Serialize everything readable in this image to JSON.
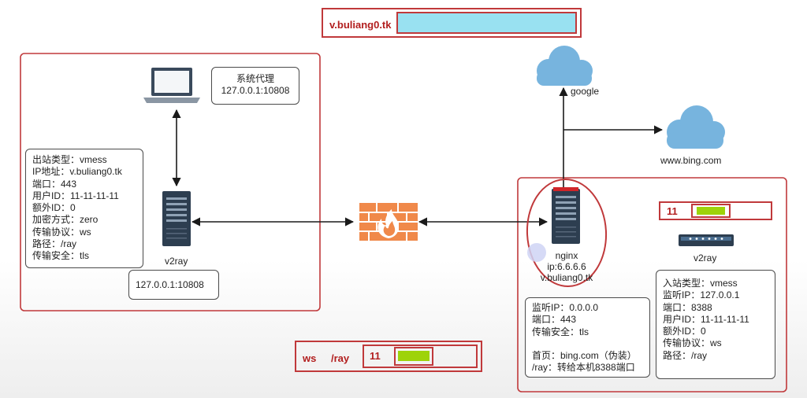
{
  "domain_label": "v.buliang0.tk",
  "client": {
    "proxy_title": "系统代理",
    "proxy_addr": "127.0.0.1:10808",
    "node_label": "v2ray",
    "outbound_lines": [
      "出站类型：vmess",
      "IP地址：v.buliang0.tk",
      "端口：443",
      "用户ID：11-11-11-11",
      "额外ID：0",
      "加密方式：zero",
      "传输协议：ws",
      "路径：/ray",
      "传输安全：tls"
    ],
    "local_addr": "127.0.0.1:10808"
  },
  "server": {
    "nginx_lines": [
      "nginx",
      "ip:6.6.6.6",
      "v.buliang0.tk"
    ],
    "nginx_config_lines": [
      "监听IP：0.0.0.0",
      "端口：443",
      "传输安全：tls",
      "",
      "首页：bing.com（伪装）",
      "/ray：转给本机8388端口"
    ],
    "v2ray_label": "v2ray",
    "inbound_lines": [
      "入站类型：vmess",
      "监听IP：127.0.0.1",
      "端口：8388",
      "用户ID：11-11-11-11",
      "额外ID：0",
      "传输协议：ws",
      "路径：/ray"
    ],
    "packet_num": "11"
  },
  "internet": {
    "google_label": "google",
    "bing_label": "www.bing.com"
  },
  "packet": {
    "ws_label": "ws",
    "path_label": "/ray",
    "num": "11"
  },
  "colors": {
    "frame_red": "#c0393b",
    "cloud_blue": "#77b4de",
    "bar_cyan": "#99e1f1",
    "bar_green": "#9ed30a",
    "server_dark": "#2d3e50",
    "firewall_orange": "#f0894a"
  }
}
